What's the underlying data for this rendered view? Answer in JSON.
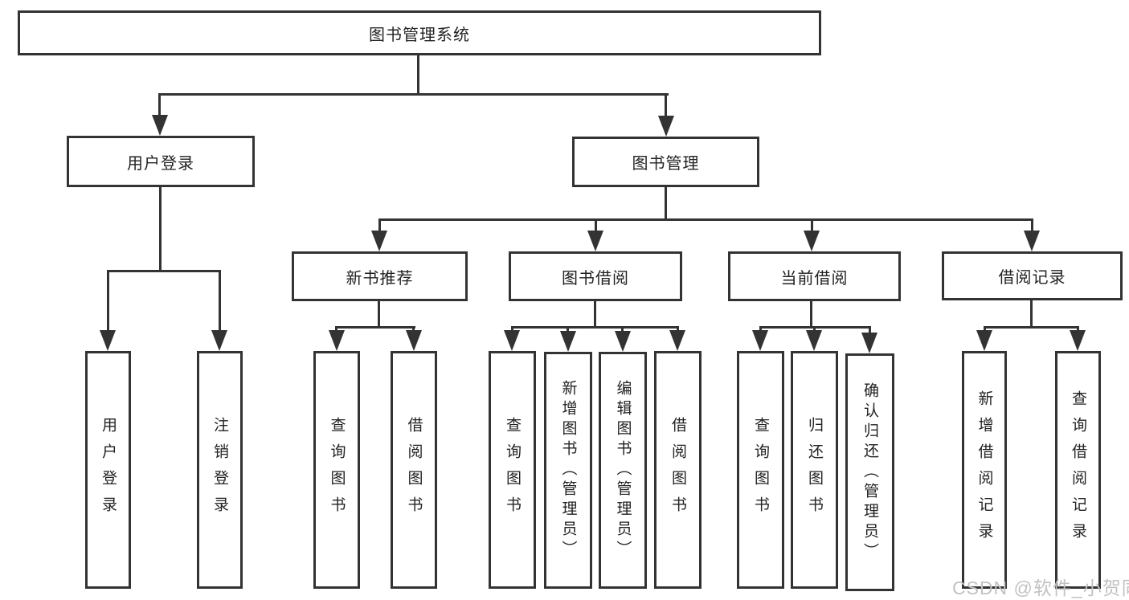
{
  "diagram": {
    "root": {
      "label": "图书管理系统"
    },
    "branches": [
      {
        "label": "用户登录",
        "children": [
          {
            "label": "用户登录"
          },
          {
            "label": "注销登录"
          }
        ]
      },
      {
        "label": "图书管理",
        "children": [
          {
            "label": "新书推荐",
            "children": [
              {
                "label": "查询图书"
              },
              {
                "label": "借阅图书"
              }
            ]
          },
          {
            "label": "图书借阅",
            "children": [
              {
                "label": "查询图书"
              },
              {
                "label": "新增图书（管理员）"
              },
              {
                "label": "编辑图书（管理员）"
              },
              {
                "label": "借阅图书"
              }
            ]
          },
          {
            "label": "当前借阅",
            "children": [
              {
                "label": "查询图书"
              },
              {
                "label": "归还图书"
              },
              {
                "label": "确认归还（管理员）"
              }
            ]
          },
          {
            "label": "借阅记录",
            "children": [
              {
                "label": "新增借阅记录"
              },
              {
                "label": "查询借阅记录"
              }
            ]
          }
        ]
      }
    ]
  },
  "watermark": {
    "text": "CSDN @软件_小贺同学"
  },
  "colors": {
    "line": "#333333",
    "background": "#ffffff",
    "text": "#222222",
    "watermark": "#c2c2c6"
  }
}
